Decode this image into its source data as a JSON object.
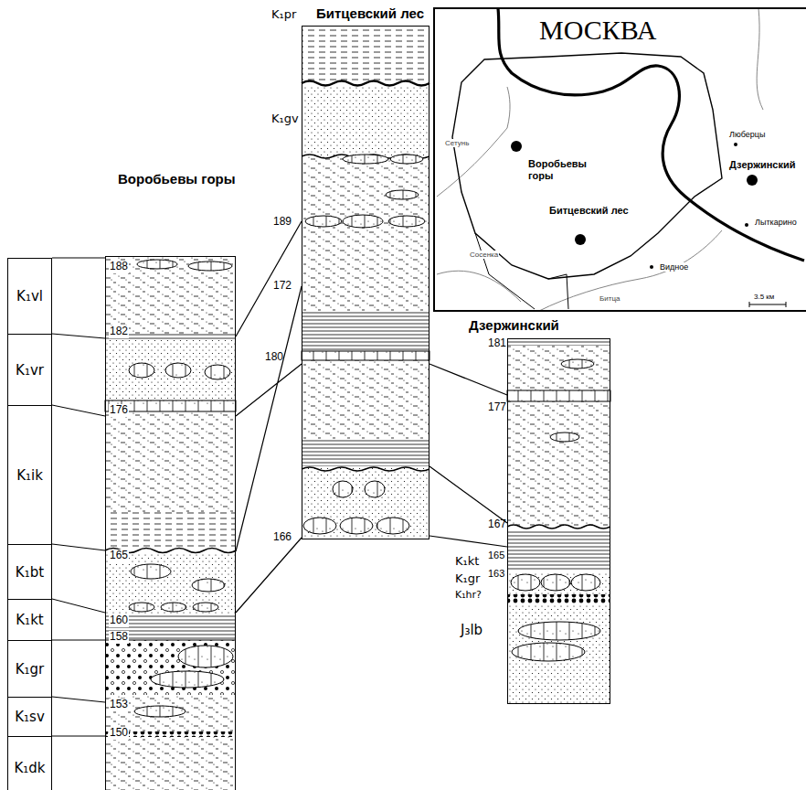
{
  "diagram": {
    "nodes": [
      {
        "text": [
          "Воробьевы горы",
          "188",
          "182",
          "176",
          "165",
          "160",
          "158",
          "153",
          "150"
        ]
      },
      {
        "text": [
          "Битцевский лес",
          "K₁pr",
          "K₁gv",
          "189",
          "180",
          "172",
          "166"
        ]
      },
      {
        "text": [
          "Дзержинский",
          "181",
          "177",
          "167",
          "K₁kt",
          "165",
          "K₁gr",
          "163",
          "K₁hr?",
          "J₃lb"
        ]
      },
      {
        "text": [
          "K₁vl"
        ]
      },
      {
        "text": [
          "K₁vr"
        ]
      },
      {
        "text": [
          "K₁ik"
        ]
      },
      {
        "text": [
          "K₁bt"
        ]
      },
      {
        "text": [
          "K₁kt"
        ]
      },
      {
        "text": [
          "K₁gr"
        ]
      },
      {
        "text": [
          "K₁sv"
        ]
      },
      {
        "text": [
          "K₁dk"
        ]
      },
      {
        "text": [
          "МОСКВА",
          "Воробьевы горы",
          "Битцевский лес",
          "Дзержинский",
          "Люберцы",
          "Видное",
          "Лыткарино",
          "3.5 км"
        ]
      }
    ],
    "labels": [
      "Сетунь",
      "Сосенка",
      "Битца"
    ]
  }
}
